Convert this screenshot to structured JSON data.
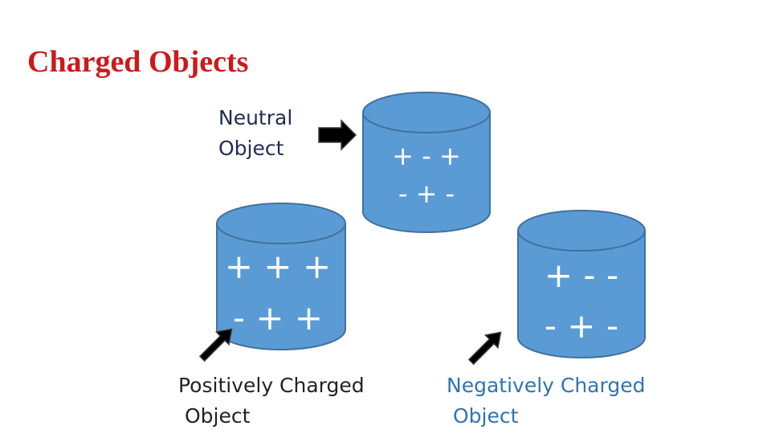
{
  "title": "Charged Objects",
  "neutral": {
    "line1": "Neutral",
    "line2": "Object",
    "row1": "+ - +",
    "row2": "- + -"
  },
  "positive": {
    "line1": "Positively Charged",
    "line2": " Object",
    "row1": "+ + +",
    "row2": "- + +"
  },
  "negative": {
    "line1": "Negatively Charged",
    "line2": " Object",
    "row1": "+ - -",
    "row2": "- + -"
  },
  "colors": {
    "title": "#cc1a1a",
    "cylinder_fill": "#5b9bd5",
    "cylinder_stroke": "#41719c",
    "arrow": "#000000",
    "negative_label": "#2e74b5"
  }
}
